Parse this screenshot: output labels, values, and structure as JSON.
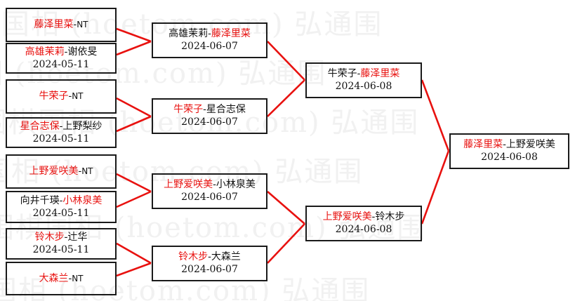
{
  "meta": {
    "title": "围棋赛事对阵表",
    "winner_color": "#e8110f",
    "loser_color": "#111111",
    "border_color": "#1a1a1a",
    "background_color": "#ffffff"
  },
  "watermark": {
    "text": "围棋国相 (hoetom.com) 弘通围",
    "color": "#f1f1f1",
    "lines": [
      "棋国相 (hoetom.com) 弘通围",
      "棋国相 (hoetom.com) 弘通围",
      "围棋国相 (hoetom.com) 弘通围",
      "围棋国相 (hoetom.com) 弘通围",
      "围棋国相 (hoetom.com) 弘通围",
      "围棋国相 (hoetom.com) 弘通围"
    ]
  },
  "rounds": [
    {
      "name": "round-1",
      "matches": [
        {
          "id": "r1m1",
          "player_left": "藤泽里菜",
          "player_left_status": "winner",
          "separator": "-",
          "player_right": "NT",
          "player_right_status": "bye",
          "date": ""
        },
        {
          "id": "r1m2",
          "player_left": "高雄茉莉",
          "player_left_status": "winner",
          "separator": "-",
          "player_right": "谢依旻",
          "player_right_status": "loser",
          "date": "2024-05-11"
        },
        {
          "id": "r1m3",
          "player_left": "牛荣子",
          "player_left_status": "winner",
          "separator": "-",
          "player_right": "NT",
          "player_right_status": "bye",
          "date": ""
        },
        {
          "id": "r1m4",
          "player_left": "星合志保",
          "player_left_status": "winner",
          "separator": "-",
          "player_right": "上野梨纱",
          "player_right_status": "loser",
          "date": "2024-05-11"
        },
        {
          "id": "r1m5",
          "player_left": "上野爱咲美",
          "player_left_status": "winner",
          "separator": "-",
          "player_right": "NT",
          "player_right_status": "bye",
          "date": ""
        },
        {
          "id": "r1m6",
          "player_left": "向井千瑛",
          "player_left_status": "loser",
          "separator": "-",
          "player_right": "小林泉美",
          "player_right_status": "winner",
          "date": "2024-05-11"
        },
        {
          "id": "r1m7",
          "player_left": "铃木步",
          "player_left_status": "winner",
          "separator": "-",
          "player_right": "辻华",
          "player_right_status": "loser",
          "date": "2024-05-11"
        },
        {
          "id": "r1m8",
          "player_left": "大森兰",
          "player_left_status": "winner",
          "separator": "-",
          "player_right": "NT",
          "player_right_status": "bye",
          "date": ""
        }
      ]
    },
    {
      "name": "round-2",
      "matches": [
        {
          "id": "r2m1",
          "player_left": "高雄茉莉",
          "player_left_status": "loser",
          "separator": "-",
          "player_right": "藤泽里菜",
          "player_right_status": "winner",
          "date": "2024-06-07"
        },
        {
          "id": "r2m2",
          "player_left": "牛荣子",
          "player_left_status": "winner",
          "separator": "-",
          "player_right": "星合志保",
          "player_right_status": "loser",
          "date": "2024-06-07"
        },
        {
          "id": "r2m3",
          "player_left": "上野爱咲美",
          "player_left_status": "winner",
          "separator": "-",
          "player_right": "小林泉美",
          "player_right_status": "loser",
          "date": "2024-06-07"
        },
        {
          "id": "r2m4",
          "player_left": "铃木步",
          "player_left_status": "winner",
          "separator": "-",
          "player_right": "大森兰",
          "player_right_status": "loser",
          "date": "2024-06-07"
        }
      ]
    },
    {
      "name": "semifinal",
      "matches": [
        {
          "id": "r3m1",
          "player_left": "牛荣子",
          "player_left_status": "loser",
          "separator": "-",
          "player_right": "藤泽里菜",
          "player_right_status": "winner",
          "date": "2024-06-08"
        },
        {
          "id": "r3m2",
          "player_left": "上野爱咲美",
          "player_left_status": "winner",
          "separator": "-",
          "player_right": "铃木步",
          "player_right_status": "loser",
          "date": "2024-06-08"
        }
      ]
    },
    {
      "name": "final",
      "matches": [
        {
          "id": "r4m1",
          "player_left": "藤泽里菜",
          "player_left_status": "winner",
          "separator": "-",
          "player_right": "上野爱咲美",
          "player_right_status": "loser",
          "date": "2024-06-08"
        }
      ]
    }
  ]
}
